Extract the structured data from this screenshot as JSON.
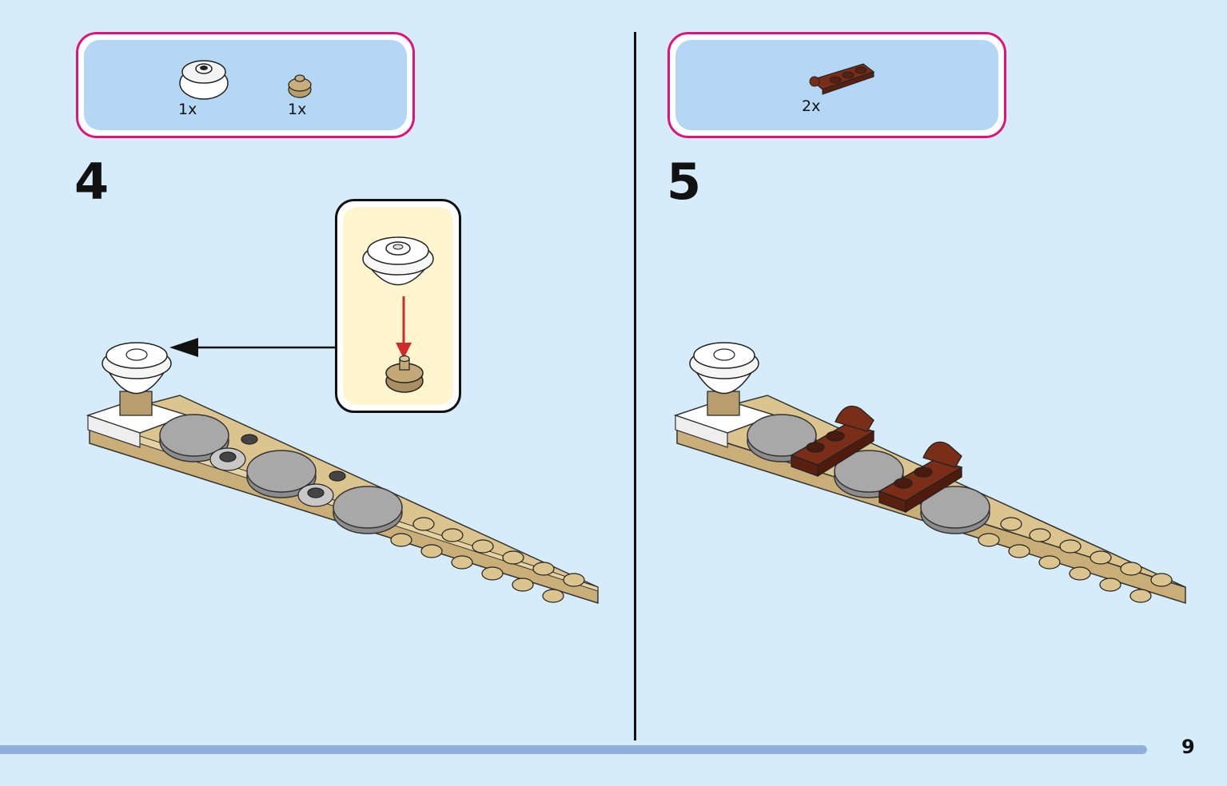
{
  "steps": [
    {
      "number": "4",
      "parts": [
        {
          "name": "white-round-dome-brick",
          "qty": "1x"
        },
        {
          "name": "tan-round-plate-1x1",
          "qty": "1x"
        }
      ]
    },
    {
      "number": "5",
      "parts": [
        {
          "name": "reddish-brown-plate-with-clip",
          "qty": "2x"
        }
      ]
    }
  ],
  "page": {
    "number": "9",
    "progress": 0.935
  },
  "colors": {
    "background": "#d6ecfb",
    "parts_border": "#e0137b",
    "parts_fill": "#b3d7f5",
    "callout_fill": "#fff5cf",
    "tan": "#dcc48e",
    "gray": "#a0a0a0",
    "brown": "#7a2e17",
    "arrow_red": "#d12a2a"
  },
  "icons": [
    "arrow-left-icon",
    "arrow-down-icon"
  ]
}
